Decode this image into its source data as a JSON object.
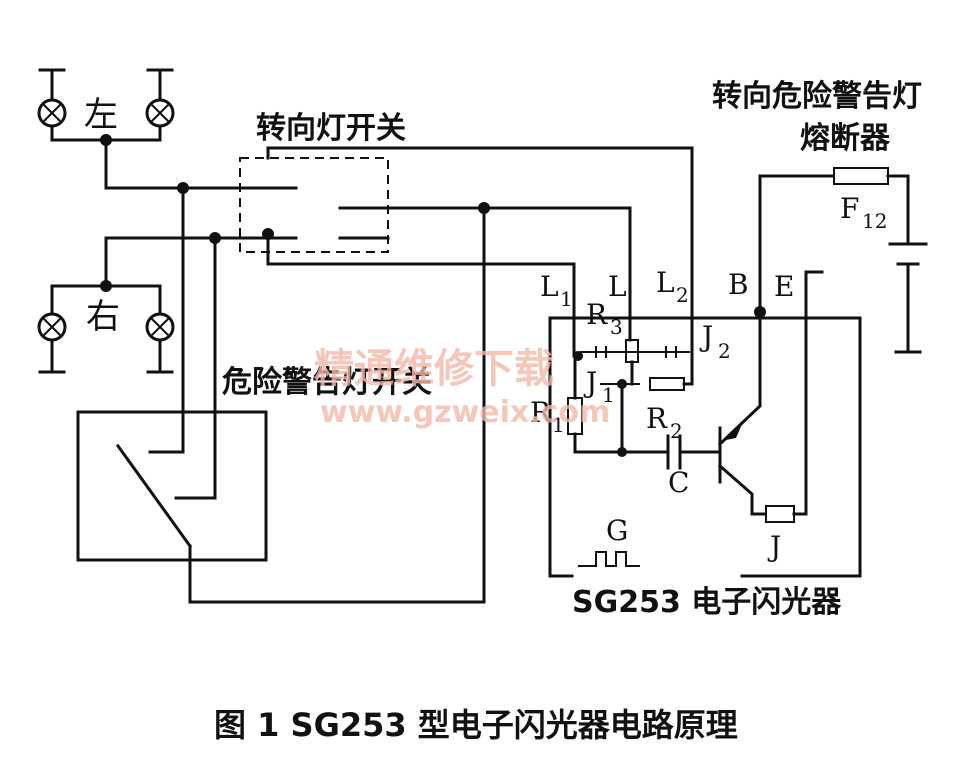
{
  "labels": {
    "left": "左",
    "right": "右",
    "turn_switch": "转向灯开关",
    "hazard_switch": "危险警告灯开关",
    "fuse_title_line1": "转向危险警告灯",
    "fuse_title_line2": "熔断器",
    "fuse": "F",
    "fuse_sub": "12",
    "L1": "L",
    "L1_sub": "1",
    "L": "L",
    "L2": "L",
    "L2_sub": "2",
    "B": "B",
    "E": "E",
    "R3": "R",
    "R3_sub": "3",
    "J2": "J",
    "J2_sub": "2",
    "J1": "J",
    "J1_sub": "1",
    "R1": "R",
    "R1_sub": "1",
    "R2": "R",
    "R2_sub": "2",
    "C": "C",
    "G": "G",
    "J": "J",
    "flasher": "SG253 电子闪光器",
    "caption": "图 1  SG253 型电子闪光器电路原理"
  },
  "watermark": {
    "line1": "精通维修下载",
    "line2": "www.gzweix.com",
    "color": "#f2b8a8"
  },
  "colors": {
    "ink": "#111111",
    "background": "#ffffff"
  }
}
